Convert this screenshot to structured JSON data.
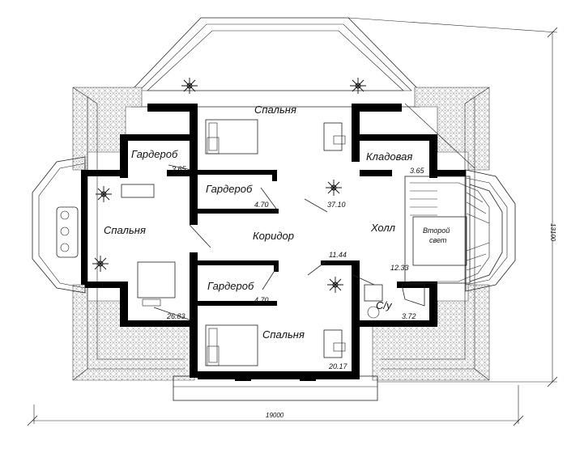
{
  "plan": {
    "rooms": [
      {
        "id": "bedroom-top",
        "label": "Спальня"
      },
      {
        "id": "wardrobe-left",
        "label": "Гардероб"
      },
      {
        "id": "wardrobe-mid-top",
        "label": "Гардероб"
      },
      {
        "id": "pantry",
        "label": "Кладовая"
      },
      {
        "id": "bedroom-left",
        "label": "Спальня"
      },
      {
        "id": "corridor",
        "label": "Коридор"
      },
      {
        "id": "hall",
        "label": "Холл"
      },
      {
        "id": "second-light-1",
        "label": "Второй"
      },
      {
        "id": "second-light-2",
        "label": "свет"
      },
      {
        "id": "wardrobe-bottom",
        "label": "Гардероб"
      },
      {
        "id": "bathroom",
        "label": "С/у"
      },
      {
        "id": "bedroom-bottom",
        "label": "Спальня"
      }
    ],
    "areas": [
      {
        "id": "area-wardrobe-left",
        "value": "3.65"
      },
      {
        "id": "area-wardrobe-mid",
        "value": "4.70"
      },
      {
        "id": "area-bedroom-top",
        "value": "37.10"
      },
      {
        "id": "area-pantry",
        "value": "3.65"
      },
      {
        "id": "area-corridor",
        "value": "11.44"
      },
      {
        "id": "area-hall",
        "value": "12.33"
      },
      {
        "id": "area-wardrobe-bottom",
        "value": "4.70"
      },
      {
        "id": "area-bathroom",
        "value": "3.72"
      },
      {
        "id": "area-bedroom-left",
        "value": "26.83"
      },
      {
        "id": "area-bedroom-bottom",
        "value": "20.17"
      }
    ],
    "dimensions": {
      "width": "19000",
      "height": "13100"
    }
  }
}
